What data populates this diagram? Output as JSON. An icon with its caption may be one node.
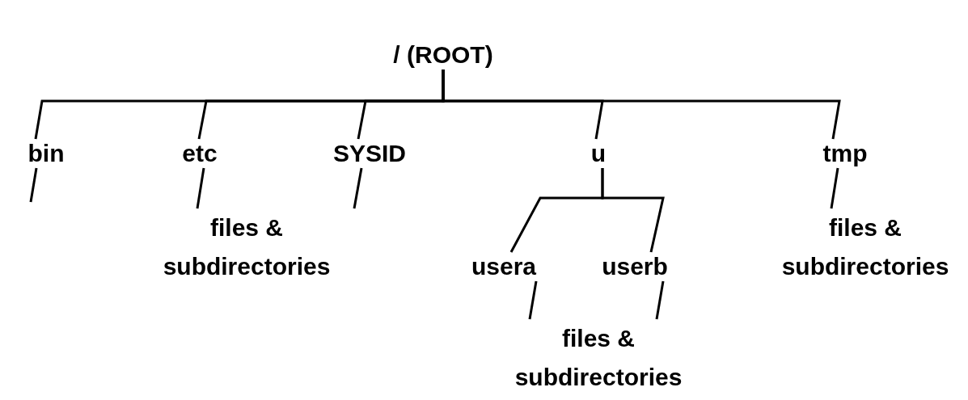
{
  "diagram": {
    "nodes": [
      {
        "text": [
          "/ (ROOT)"
        ]
      },
      {
        "text": [
          "bin"
        ]
      },
      {
        "text": [
          "etc"
        ]
      },
      {
        "text": [
          "SYSID"
        ]
      },
      {
        "text": [
          "u"
        ]
      },
      {
        "text": [
          "tmp"
        ]
      },
      {
        "text": [
          "files & subdirectories"
        ]
      },
      {
        "text": [
          "usera"
        ]
      },
      {
        "text": [
          "userb"
        ]
      },
      {
        "text": [
          "files & subdirectories"
        ]
      },
      {
        "text": [
          "files & subdirectories"
        ]
      }
    ],
    "edges": [
      {
        "from": 0,
        "to": 1,
        "arrow": "none"
      },
      {
        "from": 0,
        "to": 2,
        "arrow": "none"
      },
      {
        "from": 0,
        "to": 3,
        "arrow": "none"
      },
      {
        "from": 0,
        "to": 4,
        "arrow": "none"
      },
      {
        "from": 0,
        "to": 5,
        "arrow": "none"
      },
      {
        "from": 1,
        "to": null,
        "arrow": "none"
      },
      {
        "from": 2,
        "to": 6,
        "arrow": "none"
      },
      {
        "from": 3,
        "to": 6,
        "arrow": "none"
      },
      {
        "from": 4,
        "to": 7,
        "arrow": "none"
      },
      {
        "from": 4,
        "to": 8,
        "arrow": "none"
      },
      {
        "from": 5,
        "to": 9,
        "arrow": "none"
      },
      {
        "from": 7,
        "to": 10,
        "arrow": "none"
      },
      {
        "from": 8,
        "to": 10,
        "arrow": "none"
      }
    ]
  }
}
